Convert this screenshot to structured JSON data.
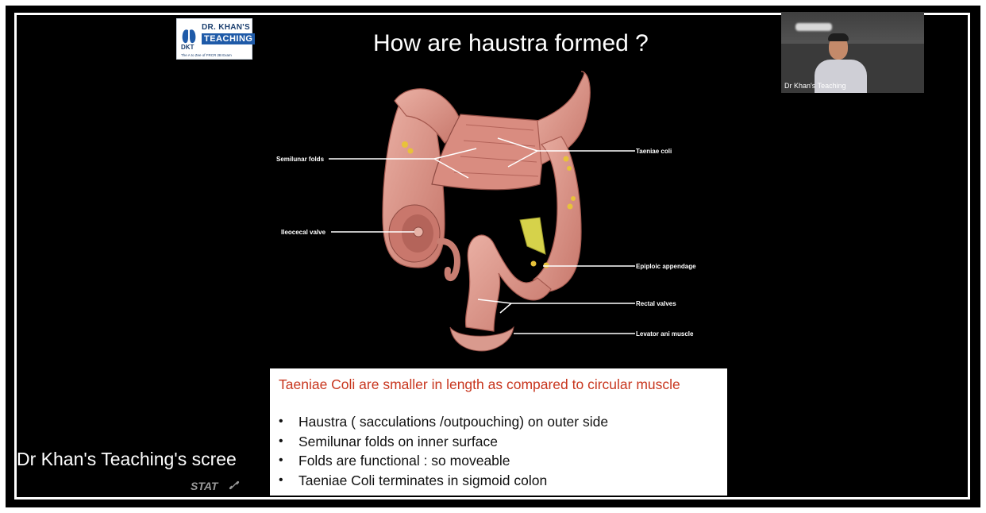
{
  "logo": {
    "line1": "DR. KHAN'S",
    "line2": "TEACHING",
    "abbr": "DKT",
    "tagline": "The A to Zee of FRCR 2B Exam"
  },
  "slide": {
    "title": "How are haustra formed ?",
    "labels": {
      "semilunar_folds": "Semilunar folds",
      "taeniae_coli": "Taeniae coli",
      "ileocecal_valve": "Ileocecal valve",
      "epiploic_appendage": "Epiploic appendage",
      "rectal_valves": "Rectal valves",
      "levator_ani_muscle": "Levator ani muscle"
    },
    "headline": "Taeniae Coli  are smaller in length as compared to circular muscle",
    "bullets": [
      "Haustra ( sacculations /outpouching) on outer side",
      "Semilunar folds on inner surface",
      "Folds are functional : so moveable",
      "Taeniae Coli terminates in sigmoid colon"
    ],
    "bullet_glyph": "•"
  },
  "webcam": {
    "name": "Dr Khan's Teaching"
  },
  "screen_share_label": "Dr Khan's Teaching's scree",
  "watermark": "STAT",
  "colors": {
    "headline": "#c8361e",
    "colon": "#d98c80"
  }
}
